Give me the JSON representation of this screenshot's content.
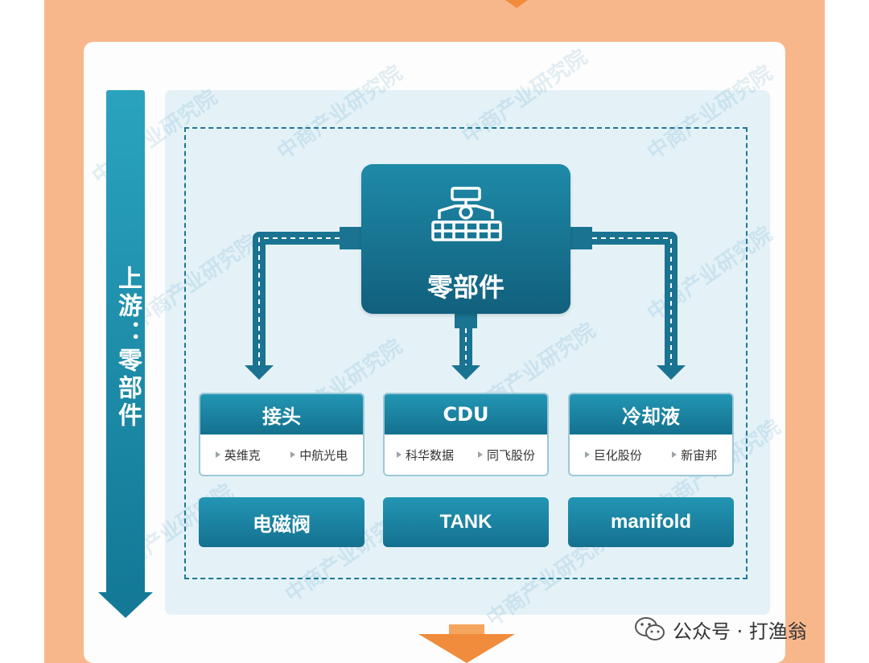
{
  "side_label": "上游：零部件",
  "central": {
    "label": "零部件",
    "icon": "robotic-arm-icon"
  },
  "cards": [
    {
      "title": "接头",
      "companies": [
        "英维克",
        "中航光电"
      ]
    },
    {
      "title": "CDU",
      "companies": [
        "科华数据",
        "同飞股份"
      ]
    },
    {
      "title": "冷却液",
      "companies": [
        "巨化股份",
        "新宙邦"
      ]
    }
  ],
  "buttons": [
    "电磁阀",
    "TANK",
    "manifold"
  ],
  "watermark_text": "中商产业研究院",
  "footer": {
    "text": "公众号 · 打渔翁",
    "icon": "wechat-icon"
  },
  "colors": {
    "teal_dark": "#11607d",
    "teal": "#1e8aa8",
    "orange_bg": "#f8b78b",
    "arrow_orange": "#f08c3c"
  }
}
